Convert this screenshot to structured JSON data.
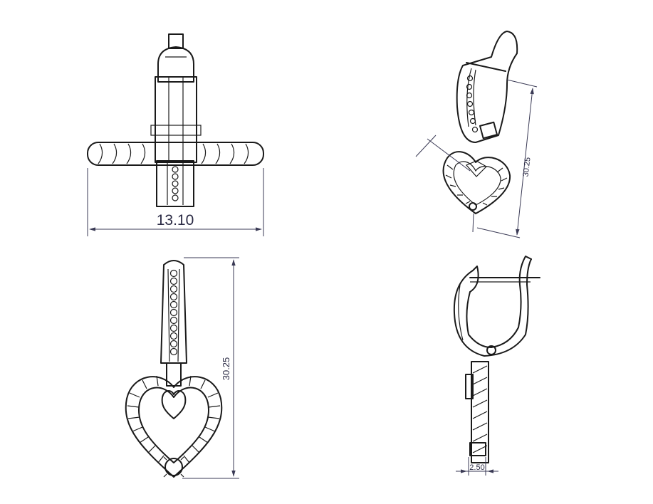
{
  "views": {
    "front": {
      "dimension": "13.10"
    },
    "perspective": {
      "dimension": "30.25"
    },
    "side": {
      "dimension": "30.25"
    },
    "profile": {
      "dimension": "2.50"
    }
  },
  "colors": {
    "stroke": "#1a1a1a",
    "dimension": "#3a3a55"
  }
}
